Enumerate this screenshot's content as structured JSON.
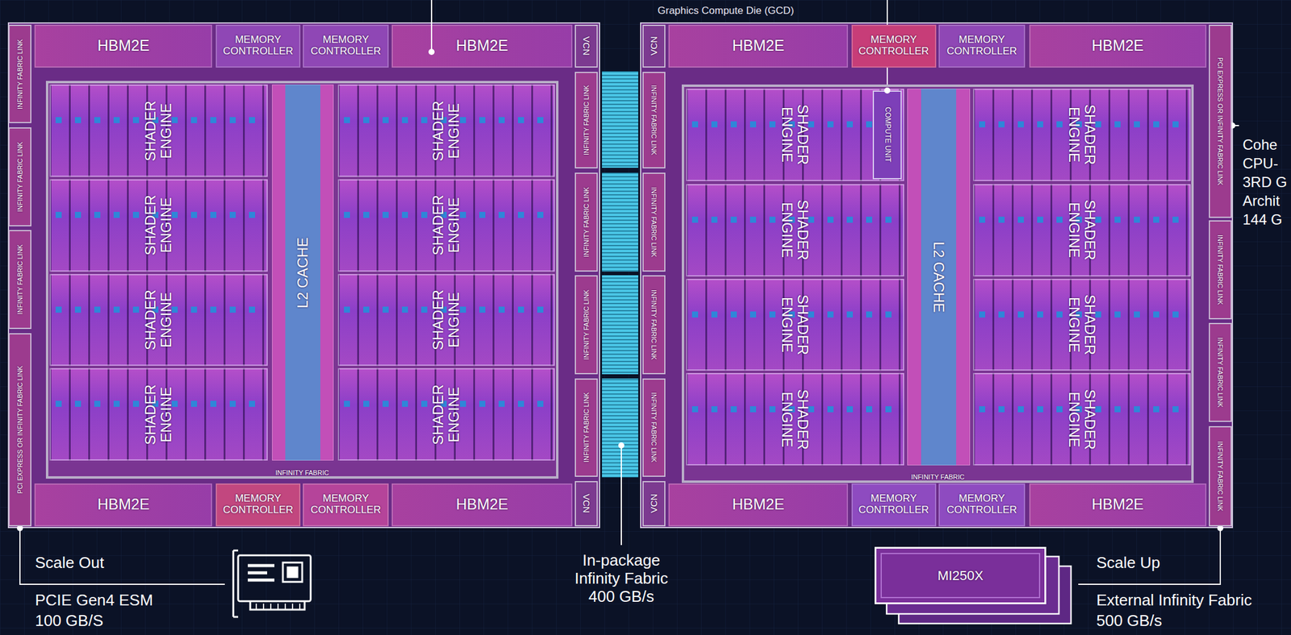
{
  "diagram": {
    "nodes": [
      {
        "text": [
          "INFINITY FABRIC LINK"
        ]
      },
      {
        "text": [
          "INFINITY FABRIC LINK"
        ]
      },
      {
        "text": [
          "INFINITY FABRIC LINK"
        ]
      },
      {
        "text": [
          "PCI EXPRESS OR INFINITY FABRIC LINK"
        ]
      },
      {
        "text": [
          "HBM2E"
        ]
      },
      {
        "text": [
          "MEMORY CONTROLLER"
        ]
      },
      {
        "text": [
          "MEMORY CONTROLLER"
        ]
      },
      {
        "text": [
          "HBM2E"
        ]
      },
      {
        "text": [
          "VCN"
        ]
      },
      {
        "text": [
          "INFINITY FABRIC LINK"
        ]
      },
      {
        "text": [
          "INFINITY FABRIC LINK"
        ]
      },
      {
        "text": [
          "INFINITY FABRIC LINK"
        ]
      },
      {
        "text": [
          "INFINITY FABRIC LINK"
        ]
      },
      {
        "text": [
          "INFINITY FABRIC"
        ]
      },
      {
        "text": [
          "SHADER ENGINE"
        ],
        "in": 13
      },
      {
        "text": [
          "SHADER ENGINE"
        ],
        "in": 13
      },
      {
        "text": [
          "SHADER ENGINE"
        ],
        "in": 13
      },
      {
        "text": [
          "SHADER ENGINE"
        ],
        "in": 13
      },
      {
        "text": [
          "SHADER ENGINE"
        ],
        "in": 13
      },
      {
        "text": [
          "SHADER ENGINE"
        ],
        "in": 13
      },
      {
        "text": [
          "SHADER ENGINE"
        ],
        "in": 13
      },
      {
        "text": [
          "SHADER ENGINE"
        ],
        "in": 13
      },
      {
        "text": [
          "L2 CACHE"
        ],
        "in": 13
      },
      {
        "text": [
          "HBM2E"
        ]
      },
      {
        "text": [
          "MEMORY CONTROLLER"
        ]
      },
      {
        "text": [
          "MEMORY CONTROLLER"
        ]
      },
      {
        "text": [
          "HBM2E"
        ]
      },
      {
        "text": [
          "VCN"
        ]
      },
      {
        "text": [
          "VCN"
        ]
      },
      {
        "text": [
          "INFINITY FABRIC LINK"
        ]
      },
      {
        "text": [
          "INFINITY FABRIC LINK"
        ]
      },
      {
        "text": [
          "INFINITY FABRIC LINK"
        ]
      },
      {
        "text": [
          "INFINITY FABRIC LINK"
        ]
      },
      {
        "text": [
          "HBM2E"
        ]
      },
      {
        "text": [
          "MEMORY CONTROLLER"
        ]
      },
      {
        "text": [
          "MEMORY CONTROLLER"
        ]
      },
      {
        "text": [
          "HBM2E"
        ]
      },
      {
        "text": [
          "PCI EXPRESS OR INFINITY FABRIC LINK"
        ]
      },
      {
        "text": [
          "INFINITY FABRIC LINK"
        ]
      },
      {
        "text": [
          "INFINITY FABRIC LINK"
        ]
      },
      {
        "text": [
          "INFINITY FABRIC LINK"
        ]
      },
      {
        "text": [
          "INFINITY FABRIC"
        ]
      },
      {
        "text": [
          "SHADER ENGINE"
        ],
        "in": 41
      },
      {
        "text": [
          "COMPUTE UNIT"
        ],
        "in": 42
      },
      {
        "text": [
          "SHADER ENGINE"
        ],
        "in": 41
      },
      {
        "text": [
          "SHADER ENGINE"
        ],
        "in": 41
      },
      {
        "text": [
          "SHADER ENGINE"
        ],
        "in": 41
      },
      {
        "text": [
          "SHADER ENGINE"
        ],
        "in": 41
      },
      {
        "text": [
          "SHADER ENGINE"
        ],
        "in": 41
      },
      {
        "text": [
          "SHADER ENGINE"
        ],
        "in": 41
      },
      {
        "text": [
          "SHADER ENGINE"
        ],
        "in": 41
      },
      {
        "text": [
          "L2 CACHE"
        ],
        "in": 41
      },
      {
        "text": [
          "VCN"
        ]
      },
      {
        "text": [
          "HBM2E"
        ]
      },
      {
        "text": [
          "MEMORY CONTROLLER"
        ]
      },
      {
        "text": [
          "MEMORY CONTROLLER"
        ]
      },
      {
        "text": [
          "HBM2E"
        ]
      },
      {
        "text": [
          "MI250X"
        ]
      }
    ],
    "labels": [
      "Graphics Compute Die (GCD)",
      "Cohe",
      "CPU-",
      "3RD G",
      "Archit",
      "144 G",
      "Scale Out",
      "PCIE Gen4 ESM",
      "100 GB/S",
      "In-package Infinity Fabric 400 GB/s",
      "Scale Up",
      "External Infinity Fabric",
      "500 GB/s"
    ]
  }
}
